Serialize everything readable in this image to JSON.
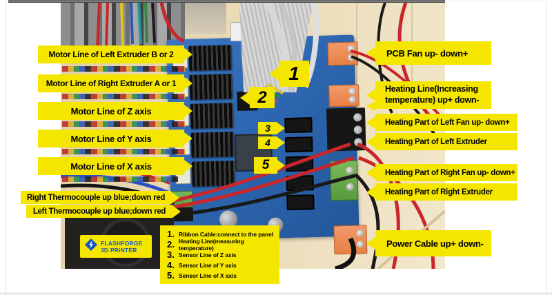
{
  "left_labels": [
    {
      "text": "Motor Line of Left Extruder B or 2"
    },
    {
      "text": "Motor Line of Right Extruder A or 1"
    },
    {
      "text": "Motor Line of Z axis"
    },
    {
      "text": "Motor Line of Y axis"
    },
    {
      "text": "Motor Line of X axis"
    }
  ],
  "thermo_labels": [
    {
      "text": "Right Thermocouple up blue;down red"
    },
    {
      "text": "Left Thermocouple up blue;down red"
    }
  ],
  "right_labels": [
    {
      "text": "PCB Fan up- down+"
    },
    {
      "text": "Heating Line(Increasing temperature) up+ down-"
    },
    {
      "text": "Heating Part of Left Fan up- down+"
    },
    {
      "text": "Heating Part of Left Extruder"
    },
    {
      "text": "Heating Part of Right Fan up- down+"
    },
    {
      "text": "Heating Part of Right Extruder"
    },
    {
      "text": "Power Cable up+ down-"
    }
  ],
  "board_callouts": {
    "n1": "1",
    "n2": "2",
    "n3": "3",
    "n4": "4",
    "n5": "5"
  },
  "legend": {
    "items": [
      {
        "num": "1.",
        "text": "Ribbon Cable:connect to the panel"
      },
      {
        "num": "2.",
        "text": "Heating Line(measuring temperature)"
      },
      {
        "num": "3.",
        "text": "Sensor Line of Z axis"
      },
      {
        "num": "4.",
        "text": "Sensor Line of Y axis"
      },
      {
        "num": "5.",
        "text": "Sensor Line of X axis"
      }
    ]
  },
  "logo": {
    "line1": "FLASHFORGE",
    "line2": "3D PRINTER"
  },
  "colors": {
    "label_yellow": "#f5e600",
    "pcb_blue": "#2e68b2",
    "logo_blue": "#1555c8"
  }
}
